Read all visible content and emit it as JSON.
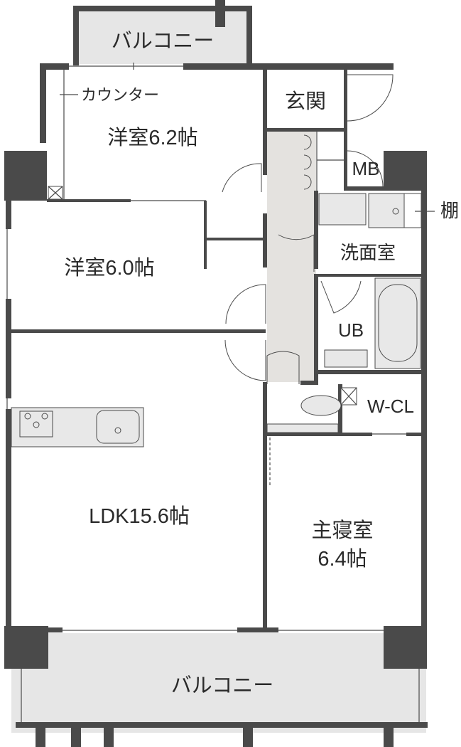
{
  "labels": {
    "balcony_top": "バルコニー",
    "counter": "カウンター",
    "room_western_62": "洋室6.2帖",
    "entrance": "玄関",
    "mb": "MB",
    "shelf": "棚",
    "washroom": "洗面室",
    "room_western_60": "洋室6.0帖",
    "ub": "UB",
    "wcl": "W-CL",
    "ldk": "LDK15.6帖",
    "master_bedroom_line1": "主寝室",
    "master_bedroom_line2": "6.4帖",
    "balcony_bottom": "バルコニー"
  },
  "colors": {
    "wall": "#4a4a4a",
    "balcony_fill": "#e6e6e6",
    "corridor_fill": "#e4e2df"
  }
}
